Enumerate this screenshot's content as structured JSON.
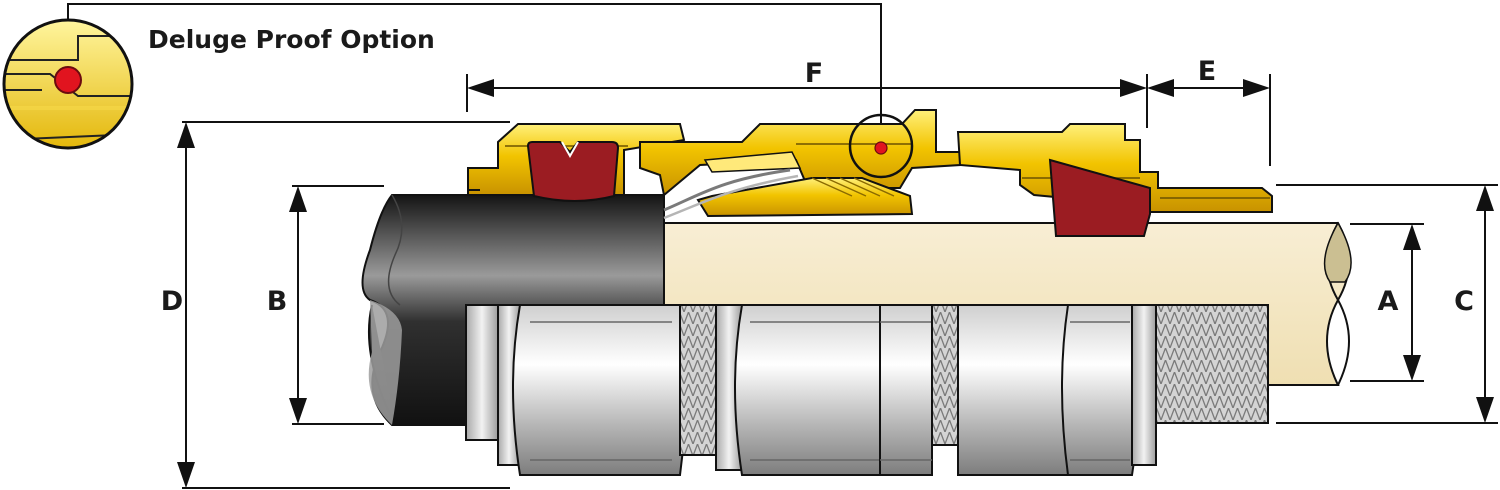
{
  "diagram": {
    "inset_title": "Deluge Proof Option",
    "dimensions": {
      "A": "A",
      "B": "B",
      "C": "C",
      "D": "D",
      "E": "E",
      "F": "F"
    },
    "colors": {
      "brass": "#e8b400",
      "brass_light": "#ffe66a",
      "seal_red": "#9b1c22",
      "seal_dot": "#e1141f",
      "cable_cream": "#f4e7c4",
      "cable_end": "#cbbf92",
      "sheath_black": "#1b1b1b",
      "steel_light": "#f4f4f4",
      "steel_dark": "#9a9a9a",
      "line": "#111111"
    }
  }
}
